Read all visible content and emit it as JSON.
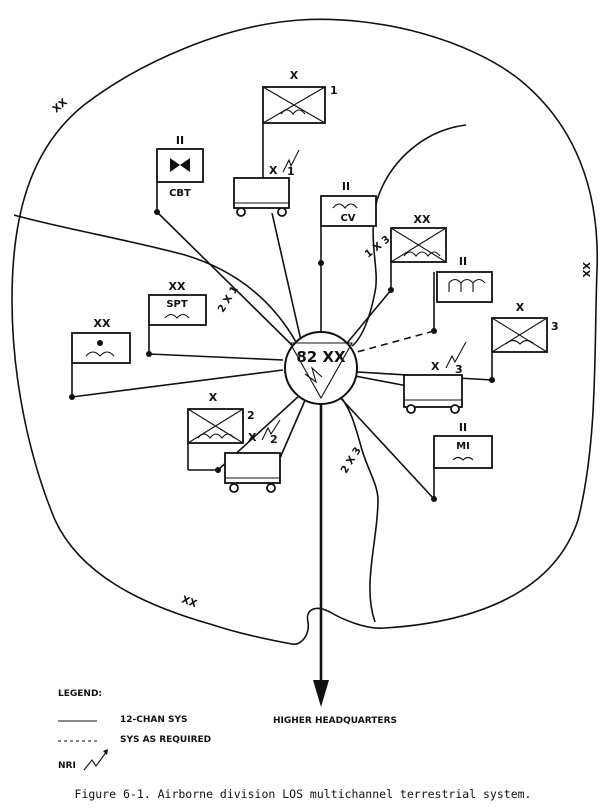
{
  "hub": {
    "label": "82 XX"
  },
  "boundary_labels": {
    "division": "XX"
  },
  "units": {
    "cbt": {
      "echelon": "II",
      "label": "CBT"
    },
    "cv": {
      "echelon": "II",
      "label": "CV"
    },
    "spt": {
      "echelon": "XX",
      "label": "SPT"
    },
    "mi": {
      "echelon": "II",
      "label": "MI"
    },
    "left_xx": {
      "echelon": "XX"
    },
    "right_xx": {
      "echelon": "XX"
    },
    "right_ii": {
      "echelon": "II"
    },
    "top_brigade": {
      "echelon": "X",
      "number": "1"
    },
    "right_brigade": {
      "echelon": "X",
      "number": "3"
    },
    "left_brigade": {
      "echelon": "X",
      "number": "2"
    }
  },
  "shelters": {
    "top": {
      "echelon": "X",
      "number": "1"
    },
    "right": {
      "echelon": "X",
      "number": "3"
    },
    "left": {
      "echelon": "X",
      "number": "2"
    }
  },
  "link_labels": {
    "link_2x1": "2 X 1",
    "link_1x3": "1 X 3",
    "link_2x3": "2 X 3"
  },
  "destination": "HIGHER HEADQUARTERS",
  "legend": {
    "title": "LEGEND:",
    "items": [
      {
        "style": "solid",
        "label": "12-CHAN SYS"
      },
      {
        "style": "dashed",
        "label": "SYS AS REQUIRED"
      },
      {
        "style": "nri",
        "label": "NRI"
      }
    ]
  },
  "caption": "Figure 6-1. Airborne division LOS multichannel terrestrial system."
}
